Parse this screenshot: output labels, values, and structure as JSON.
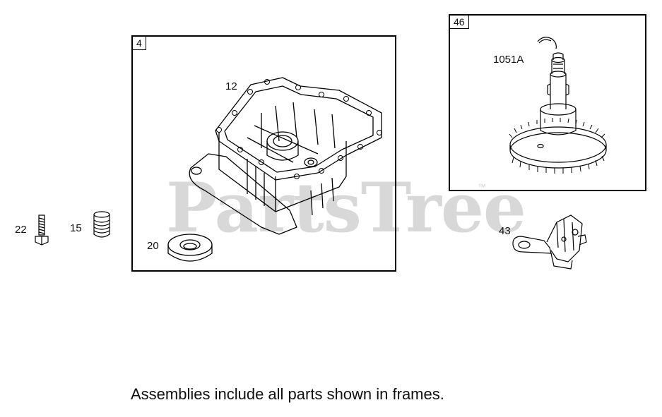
{
  "watermark": {
    "brand": "PartsTree",
    "trademark": "™"
  },
  "frames": [
    {
      "tag": "4"
    },
    {
      "tag": "46"
    }
  ],
  "callouts": {
    "crankcase_cover": "12",
    "oil_seal": "20",
    "camshaft_retainer": "1051A",
    "governor_assy": "43",
    "bolt": "22",
    "drain_plug": "15"
  },
  "footer": {
    "note": "Assemblies include all parts shown in frames."
  }
}
